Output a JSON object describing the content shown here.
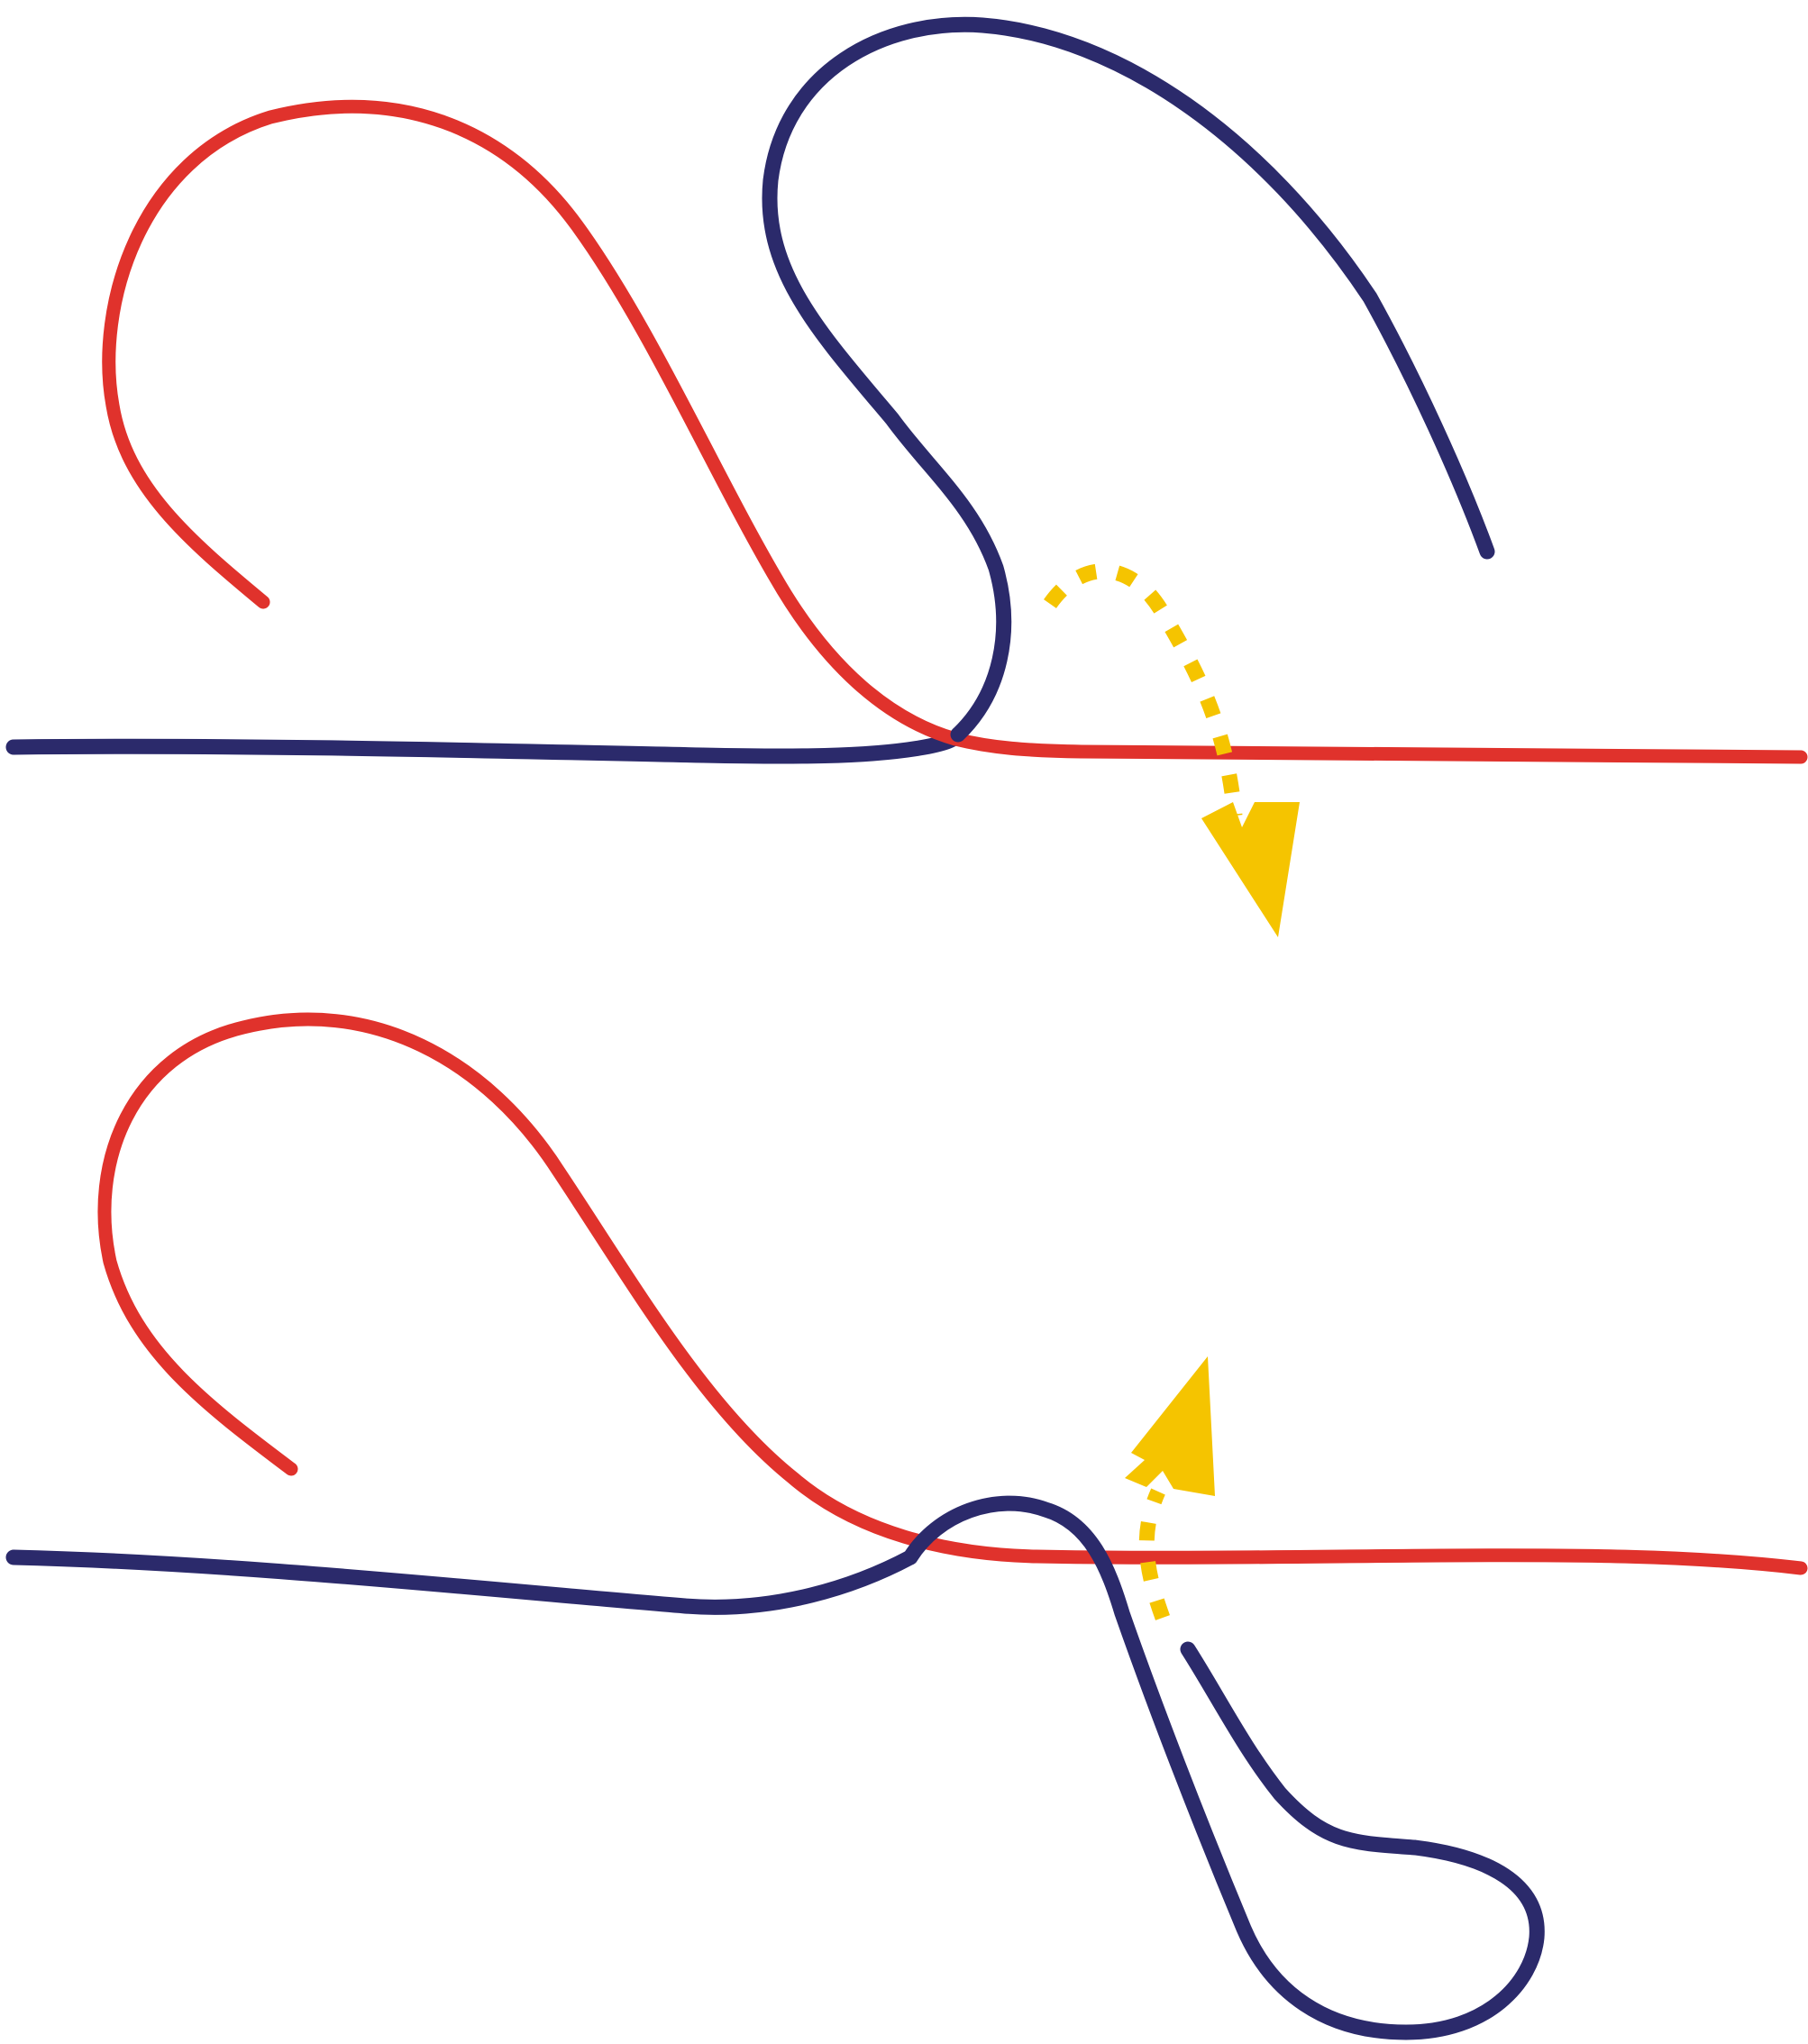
{
  "colors": {
    "background": "#ffffff",
    "red_rope": "#e0322c",
    "navy_rope": "#2b2a6b",
    "arrow": "#f5c400"
  },
  "panels": [
    {
      "id": "step-1",
      "ropes": [
        "red-rope",
        "navy-rope"
      ],
      "arrow": {
        "style": "dotted",
        "direction": "down"
      }
    },
    {
      "id": "step-2",
      "ropes": [
        "red-rope",
        "navy-rope"
      ],
      "arrow": {
        "style": "dotted",
        "direction": "up"
      }
    }
  ]
}
